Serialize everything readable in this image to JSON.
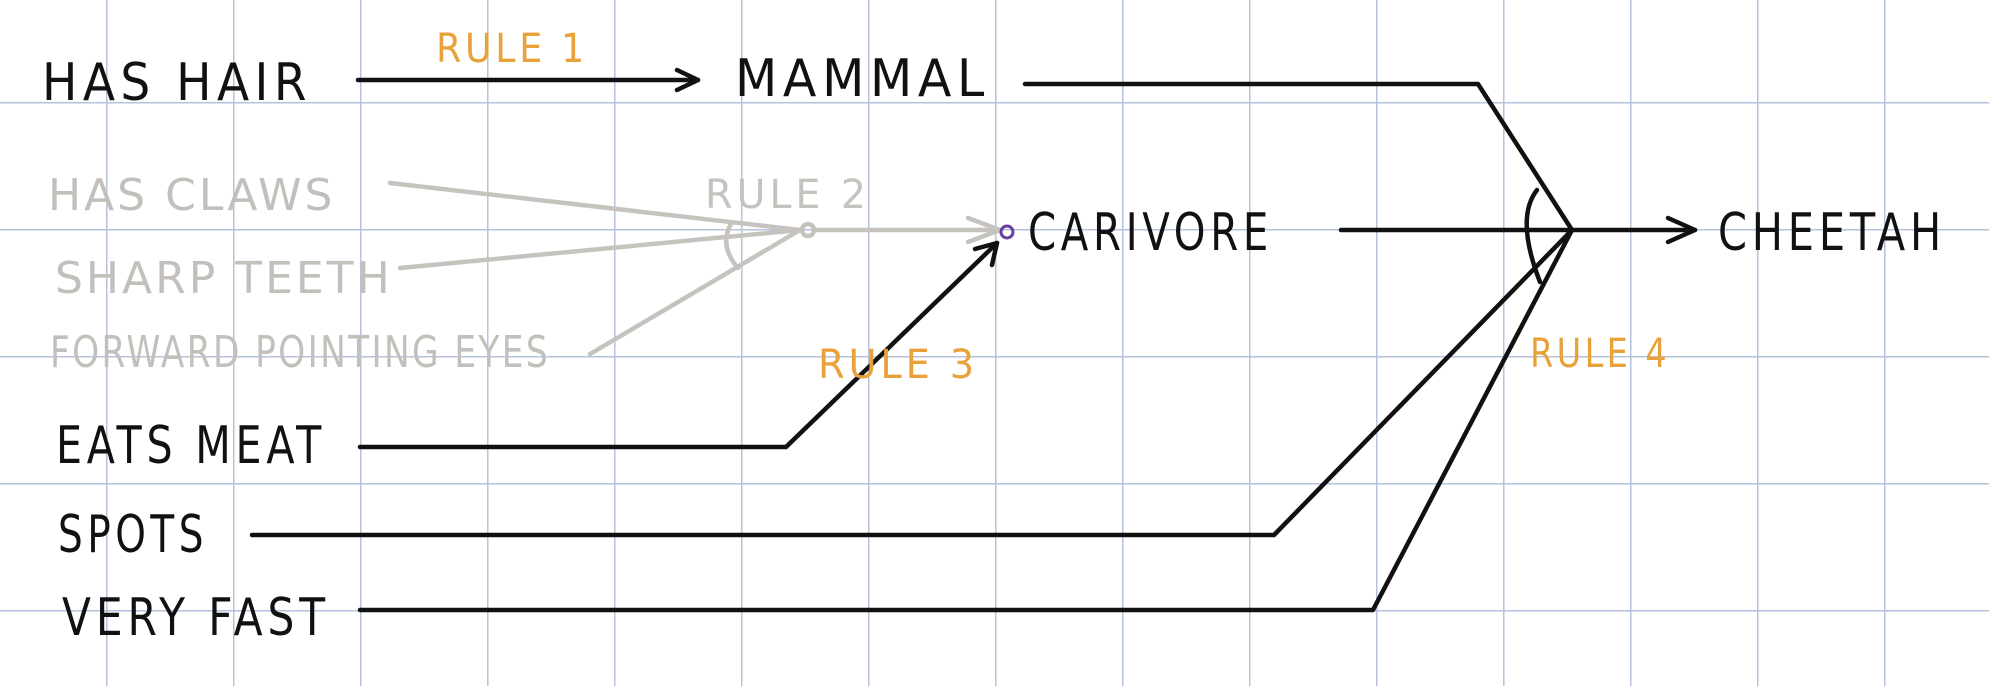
{
  "nodes": {
    "has_hair": "HAS HAIR",
    "mammal": "MAMMAL",
    "has_claws": "HAS CLAWS",
    "sharp_teeth": "SHARP TEETH",
    "forward_pointing_eyes": "FORWARD POINTING EYES",
    "carnivore": "CARIVORE",
    "cheetah": "CHEETAH",
    "eats_meat": "EATS MEAT",
    "spots": "SPOTS",
    "very_fast": "VERY FAST"
  },
  "rules": {
    "rule1": "RULE 1",
    "rule2": "RULE 2",
    "rule3": "RULE 3",
    "rule4": "RULE 4"
  },
  "colors": {
    "ink": "#111111",
    "faded": "#c6c3be",
    "rule_label": "#e9a13a",
    "grid": "#b6c3dd",
    "junction": "#6a3fa0"
  }
}
